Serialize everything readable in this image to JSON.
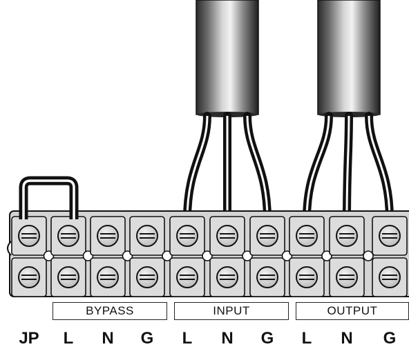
{
  "groups": {
    "bypass": "BYPASS",
    "input": "INPUT",
    "output": "OUTPUT"
  },
  "terminals": [
    "JP",
    "L",
    "N",
    "G",
    "L",
    "N",
    "G",
    "L",
    "N",
    "G"
  ],
  "icons": {
    "cable": "cable-icon",
    "screw": "screw-icon",
    "jumper": "jumper-wire-icon"
  },
  "colors": {
    "block": "#d4d4d4",
    "outline": "#111111",
    "wire": "#111111",
    "background": "#ffffff"
  }
}
